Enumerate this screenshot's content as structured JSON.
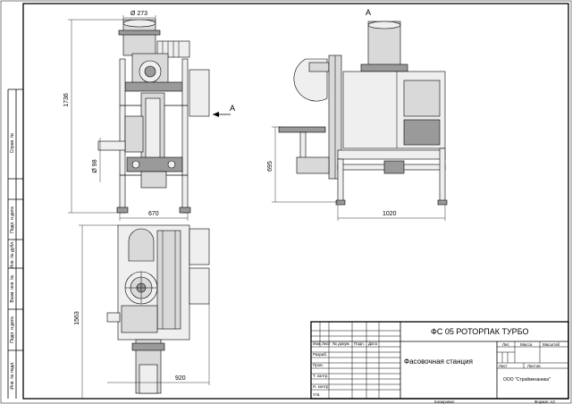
{
  "dimensions": {
    "top_diameter": "Ø 273",
    "height_1736": "1736",
    "diameter_98": "Ø 98",
    "width_670": "670",
    "height_695": "695",
    "length_1020": "1020",
    "height_1563": "1563",
    "width_920": "920"
  },
  "view_marker": {
    "label_arrow": "A",
    "label_view": "A"
  },
  "side_stamps": [
    "Справ. №",
    "Подп. и дата",
    "Инв. № дубл.",
    "Взам. инв. №",
    "Подп. и дата",
    "Инв. № подл."
  ],
  "title_block": {
    "document_code": "ФС 05 РОТОРПАК ТУРБО",
    "document_name": "Фасовочная станция",
    "organization": "ООО \"Строймеханика\"",
    "rev_headers": [
      "Изм.",
      "Лист",
      "№ докум.",
      "Подп.",
      "Дата"
    ],
    "role_labels": [
      "Разраб.",
      "Пров.",
      "Т. контр.",
      "Н. контр.",
      "Утв."
    ],
    "lit_header": "Лит.",
    "mass_header": "Масса",
    "scale_header": "Масштаб",
    "sheet_label": "Лист",
    "sheets_label": "Листов",
    "copied_label": "Копировал",
    "format_label": "Формат А3"
  }
}
